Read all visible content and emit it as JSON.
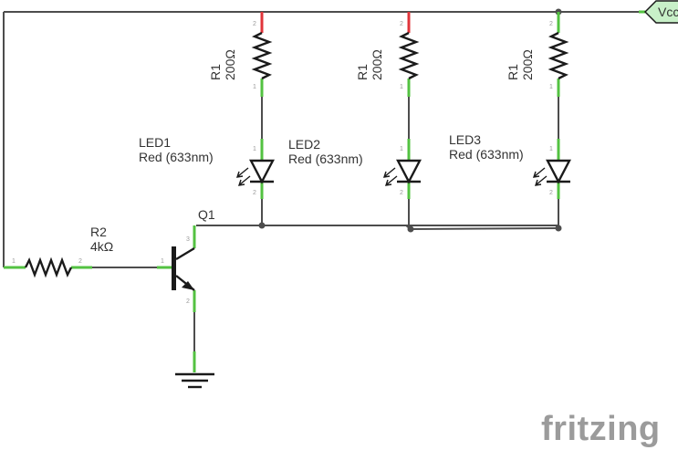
{
  "colors": {
    "wire": "#4d4d4d",
    "pin": "#53c241",
    "pin_alert": "#e0343a",
    "text": "#333333",
    "logo": "#9b9b9b",
    "vcc_fill": "#c8f0c8"
  },
  "power": {
    "label": "Vcc"
  },
  "resistors": [
    {
      "ref": "R1",
      "value": "200Ω"
    },
    {
      "ref": "R1",
      "value": "200Ω"
    },
    {
      "ref": "R1",
      "value": "200Ω"
    }
  ],
  "leds": [
    {
      "ref": "LED1",
      "value": "Red (633nm)"
    },
    {
      "ref": "LED2",
      "value": "Red (633nm)"
    },
    {
      "ref": "LED3",
      "value": "Red (633nm)"
    }
  ],
  "base_resistor": {
    "ref": "R2",
    "value": "4kΩ"
  },
  "transistor": {
    "ref": "Q1"
  },
  "pin_numbers": {
    "one": "1",
    "two": "2",
    "three": "3"
  },
  "logo": {
    "text": "fritzing"
  }
}
